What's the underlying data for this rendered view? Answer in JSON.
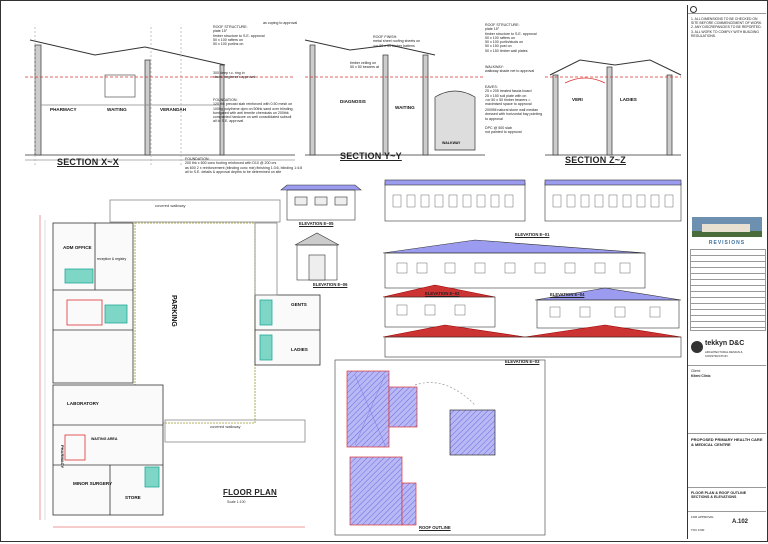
{
  "sections": {
    "xx": {
      "title": "SECTION X~X",
      "rooms": [
        "PHARMACY",
        "WAITING",
        "VERANDAH"
      ]
    },
    "yy": {
      "title": "SECTION Y~Y",
      "rooms": [
        "DIAGNOSIS",
        "WAITING",
        "WALKWAY"
      ]
    },
    "zz": {
      "title": "SECTION Z~Z",
      "rooms": [
        "VERI",
        "LADIES"
      ]
    }
  },
  "notes": {
    "roof1": "ROOF STRUCTURE:\nplate 15°\ntimber structure to S.E. approval\n50 x 100 rafters on\n50 x 100 purlins on",
    "roof2": "ROOF FINISH:\nmetal sheet roofing sheets on\n>or 50 x 50 timber battens",
    "roof3": "ROOF STRUCTURE:\nplate 15°\ntimber structure to S.E. approval\n50 x 100 rafters on\n50 x 100 purlin/studs on\n50 x 150 post on\n50 x 150 timber wall plates",
    "tie": "as coping to approval",
    "soil": "300 deep r.c. ring in\nstrum. engineer's approval",
    "found": "FOUNDATION:\n120 thk precast slab reinforced with 0.50 mesh on\n1000g polythene dpm on 50thk sand over blinding,\nfumigated with anti termite chemicals on 200thk\ncompacted hardcore on well consolidated subsoil\nall to S.E. approval",
    "found2": "FOUNDATION:\n200 thk x 600 conc footing reinforced with D10 @ 200 crs\nas 600 2 x reinforcement (blinding conc mix) finishing 1:3:6, blinding 1:4:8\nall to S.E. details & approval depths to be determined on site",
    "walk": "WALKWAY:\nwalkway shade net to approval",
    "eaves": "EAVES:\n25 x 205 treated fascia board\n25 x 150 soil plate with on\n>or 50 x 50 timber bearers =\nmaximised space to approval",
    "eaves2": "2000fill natural stone wall median\ndressed with horizontal bay pointing\nto approval",
    "dpc": "DPC @ 500 slab\nnot painted to approval",
    "timber": "timber ceiling on\n50 x 50 bearers at"
  },
  "elevations": [
    "ELEVATION E~05",
    "ELEVATION E~06",
    "ELEVATION E~01",
    "ELEVATION E~02",
    "ELEVATION E~04",
    "ELEVATION E~03"
  ],
  "floor_plan": {
    "title": "FLOOR PLAN",
    "scale": "Scale 1:100",
    "rooms": [
      "ADM OFFICE",
      "reception & registry",
      "PARKING",
      "GENTS",
      "LADIES",
      "LABORATORY",
      "WAITING AREA",
      "PHARMACY",
      "MINOR SURGERY",
      "STORE",
      "covered walkway",
      "covered walkway"
    ]
  },
  "roof_outline": {
    "title": "ROOF OUTLINE"
  },
  "title_block": {
    "notes": "1. ALL DIMENSIONS TO BE CHECKED ON SITE BEFORE COMMENCEMENT OF WORK.\n2. ANY DISCREPANCIES TO BE REPORTED.\n3. ALL WORK TO COMPLY WITH BUILDING REGULATIONS.",
    "revisions": "REVISIONS",
    "company": "tekkyn D&C",
    "company_sub": "ARCHITECTURAL DESIGN & CONSTRUCTION",
    "client_label": "Client:",
    "client": "Kiteni Clinic",
    "project": "PROPOSED PRIMARY HEALTH CARE & MEDICAL CENTRE",
    "drawing": "FLOOR PLAN & ROOF OUTLINE SECTIONS & ELEVATIONS",
    "number": "A.102",
    "issue": "FOR APPROVAL",
    "status": "TOC FOR"
  },
  "colors": {
    "hatch": "#7c7cf0",
    "red": "#d33",
    "line": "#333"
  }
}
